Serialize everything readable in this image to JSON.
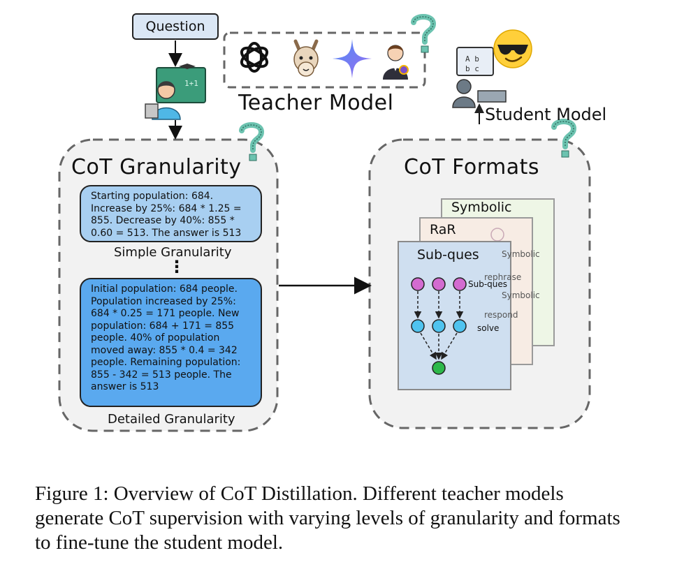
{
  "question": "Question",
  "teacher_model": "Teacher Model",
  "student_model": "Student Model",
  "granularity": {
    "title": "CoT Granularity",
    "simple_text": "Starting population: 684. Increase by 25%: 684 * 1.25 = 855. Decrease by 40%: 855 * 0.60 = 513. The answer is 513",
    "simple_label": "Simple Granularity",
    "ellipsis": "⋮",
    "detailed_text": "Initial population: 684 people. Population increased by 25%: 684 * 0.25 = 171 people. New population: 684 + 171 = 855 people. 40% of population moved away: 855 * 0.4 = 342 people. Remaining population: 855 - 342 = 513 people. The answer is 513",
    "detailed_label": "Detailed Granularity"
  },
  "formats": {
    "title": "CoT Formats",
    "cards": [
      "Symbolic",
      "RaR",
      "Sub-ques"
    ],
    "node_labels": {
      "symbolic_1": "Symbolic",
      "rephrase": "rephrase",
      "symbolic_2": "Symbolic",
      "respond": "respond",
      "sub_ques": "Sub-ques",
      "solve": "solve"
    }
  },
  "icons": [
    "openai-logo-icon",
    "llama-icon",
    "gemini-sparkle-icon",
    "person-with-medal-icon",
    "teacher-icon",
    "student-icon",
    "sunglasses-emoji-icon",
    "question-mark-icon"
  ],
  "colors": {
    "question_fill": "#dbe7f5",
    "simple_fill": "#a8cff1",
    "detailed_fill": "#5aa9ef",
    "region_fill": "#f2f2f2",
    "magenta_node": "#d36bd0",
    "cyan_node": "#4fc3ef",
    "green_node": "#2db84a",
    "question_mark": "#6cc3b0"
  },
  "caption": "Figure 1: Overview of CoT Distillation. Different teacher models generate CoT supervision with varying levels of granularity and formats to fine-tune the student model."
}
